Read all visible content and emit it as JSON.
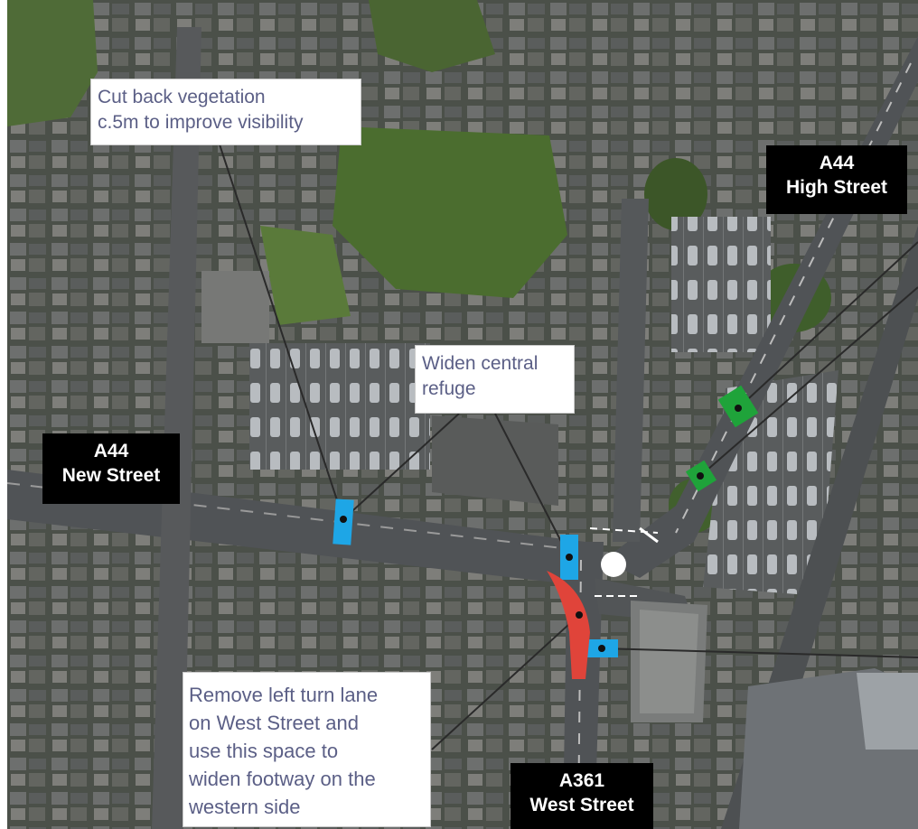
{
  "map": {
    "road_labels": [
      {
        "id": "high-street",
        "line1": "A44",
        "line2": "High Street"
      },
      {
        "id": "new-street",
        "line1": "A44",
        "line2": "New Street"
      },
      {
        "id": "west-street",
        "line1": "A361",
        "line2": "West Street"
      }
    ],
    "callouts": [
      {
        "id": "vegetation",
        "lines": [
          "Cut back vegetation",
          "c.5m to improve visibility"
        ]
      },
      {
        "id": "refuge",
        "lines": [
          "Widen central",
          "refuge"
        ]
      },
      {
        "id": "turn-lane",
        "lines": [
          "Remove left turn lane",
          "on West Street and",
          "use this space to",
          "widen footway on the",
          "western side"
        ]
      }
    ],
    "colors": {
      "blue_marker": "#1ea6e6",
      "green_marker": "#1fa33a",
      "red_marker": "#e0443a",
      "callout_text": "#5b5f86",
      "label_bg": "#000000"
    }
  }
}
